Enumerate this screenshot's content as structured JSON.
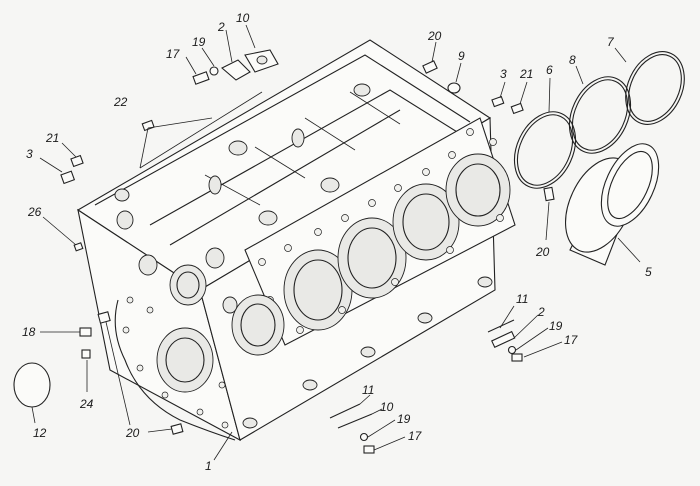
{
  "callouts": [
    {
      "id": "c-1",
      "text": "1"
    },
    {
      "id": "c-2a",
      "text": "2"
    },
    {
      "id": "c-2b",
      "text": "2"
    },
    {
      "id": "c-3a",
      "text": "3"
    },
    {
      "id": "c-3b",
      "text": "3"
    },
    {
      "id": "c-5",
      "text": "5"
    },
    {
      "id": "c-6",
      "text": "6"
    },
    {
      "id": "c-7",
      "text": "7"
    },
    {
      "id": "c-8",
      "text": "8"
    },
    {
      "id": "c-9",
      "text": "9"
    },
    {
      "id": "c-10a",
      "text": "10"
    },
    {
      "id": "c-10b",
      "text": "10"
    },
    {
      "id": "c-11a",
      "text": "11"
    },
    {
      "id": "c-11b",
      "text": "11"
    },
    {
      "id": "c-12",
      "text": "12"
    },
    {
      "id": "c-17a",
      "text": "17"
    },
    {
      "id": "c-17b",
      "text": "17"
    },
    {
      "id": "c-17c",
      "text": "17"
    },
    {
      "id": "c-18",
      "text": "18"
    },
    {
      "id": "c-19a",
      "text": "19"
    },
    {
      "id": "c-19b",
      "text": "19"
    },
    {
      "id": "c-19c",
      "text": "19"
    },
    {
      "id": "c-20a",
      "text": "20"
    },
    {
      "id": "c-20b",
      "text": "20"
    },
    {
      "id": "c-20c",
      "text": "20"
    },
    {
      "id": "c-21a",
      "text": "21"
    },
    {
      "id": "c-21b",
      "text": "21"
    },
    {
      "id": "c-22",
      "text": "22"
    },
    {
      "id": "c-24",
      "text": "24"
    },
    {
      "id": "c-26",
      "text": "26"
    }
  ],
  "colors": {
    "line": "#222222",
    "background": "#f6f6f4",
    "watermark": "#c98a80"
  }
}
